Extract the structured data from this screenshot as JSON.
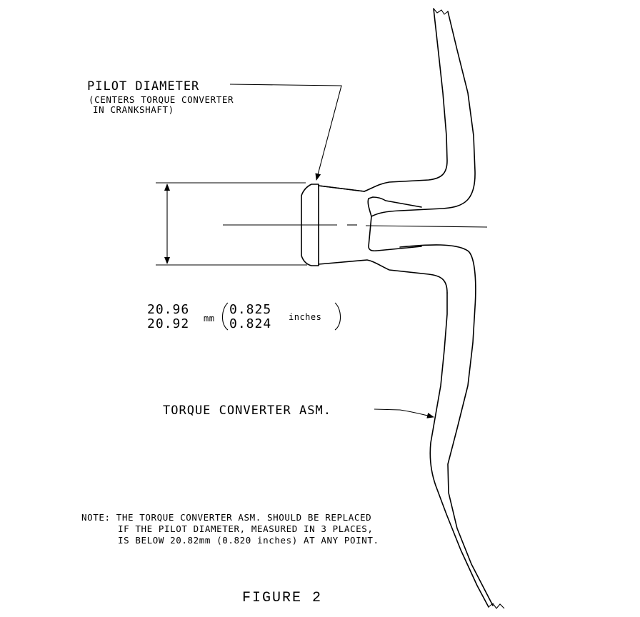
{
  "labels": {
    "pilot_title": "PILOT DIAMETER",
    "pilot_note_1": "(CENTERS TORQUE CONVERTER",
    "pilot_note_2": "IN CRANKSHAFT)",
    "dim_mm_max": "20.96",
    "dim_mm_min": "20.92",
    "dim_mm_unit": "mm",
    "dim_in_max": "0.825",
    "dim_in_min": "0.824",
    "dim_in_unit": "inches",
    "converter": "TORQUE CONVERTER ASM.",
    "note_line_1": "NOTE: THE TORQUE CONVERTER ASM. SHOULD BE REPLACED",
    "note_line_2": "IF THE PILOT DIAMETER, MEASURED IN 3 PLACES,",
    "note_line_3": "IS BELOW 20.82mm (0.820 inches) AT ANY POINT.",
    "figure": "FIGURE 2"
  }
}
